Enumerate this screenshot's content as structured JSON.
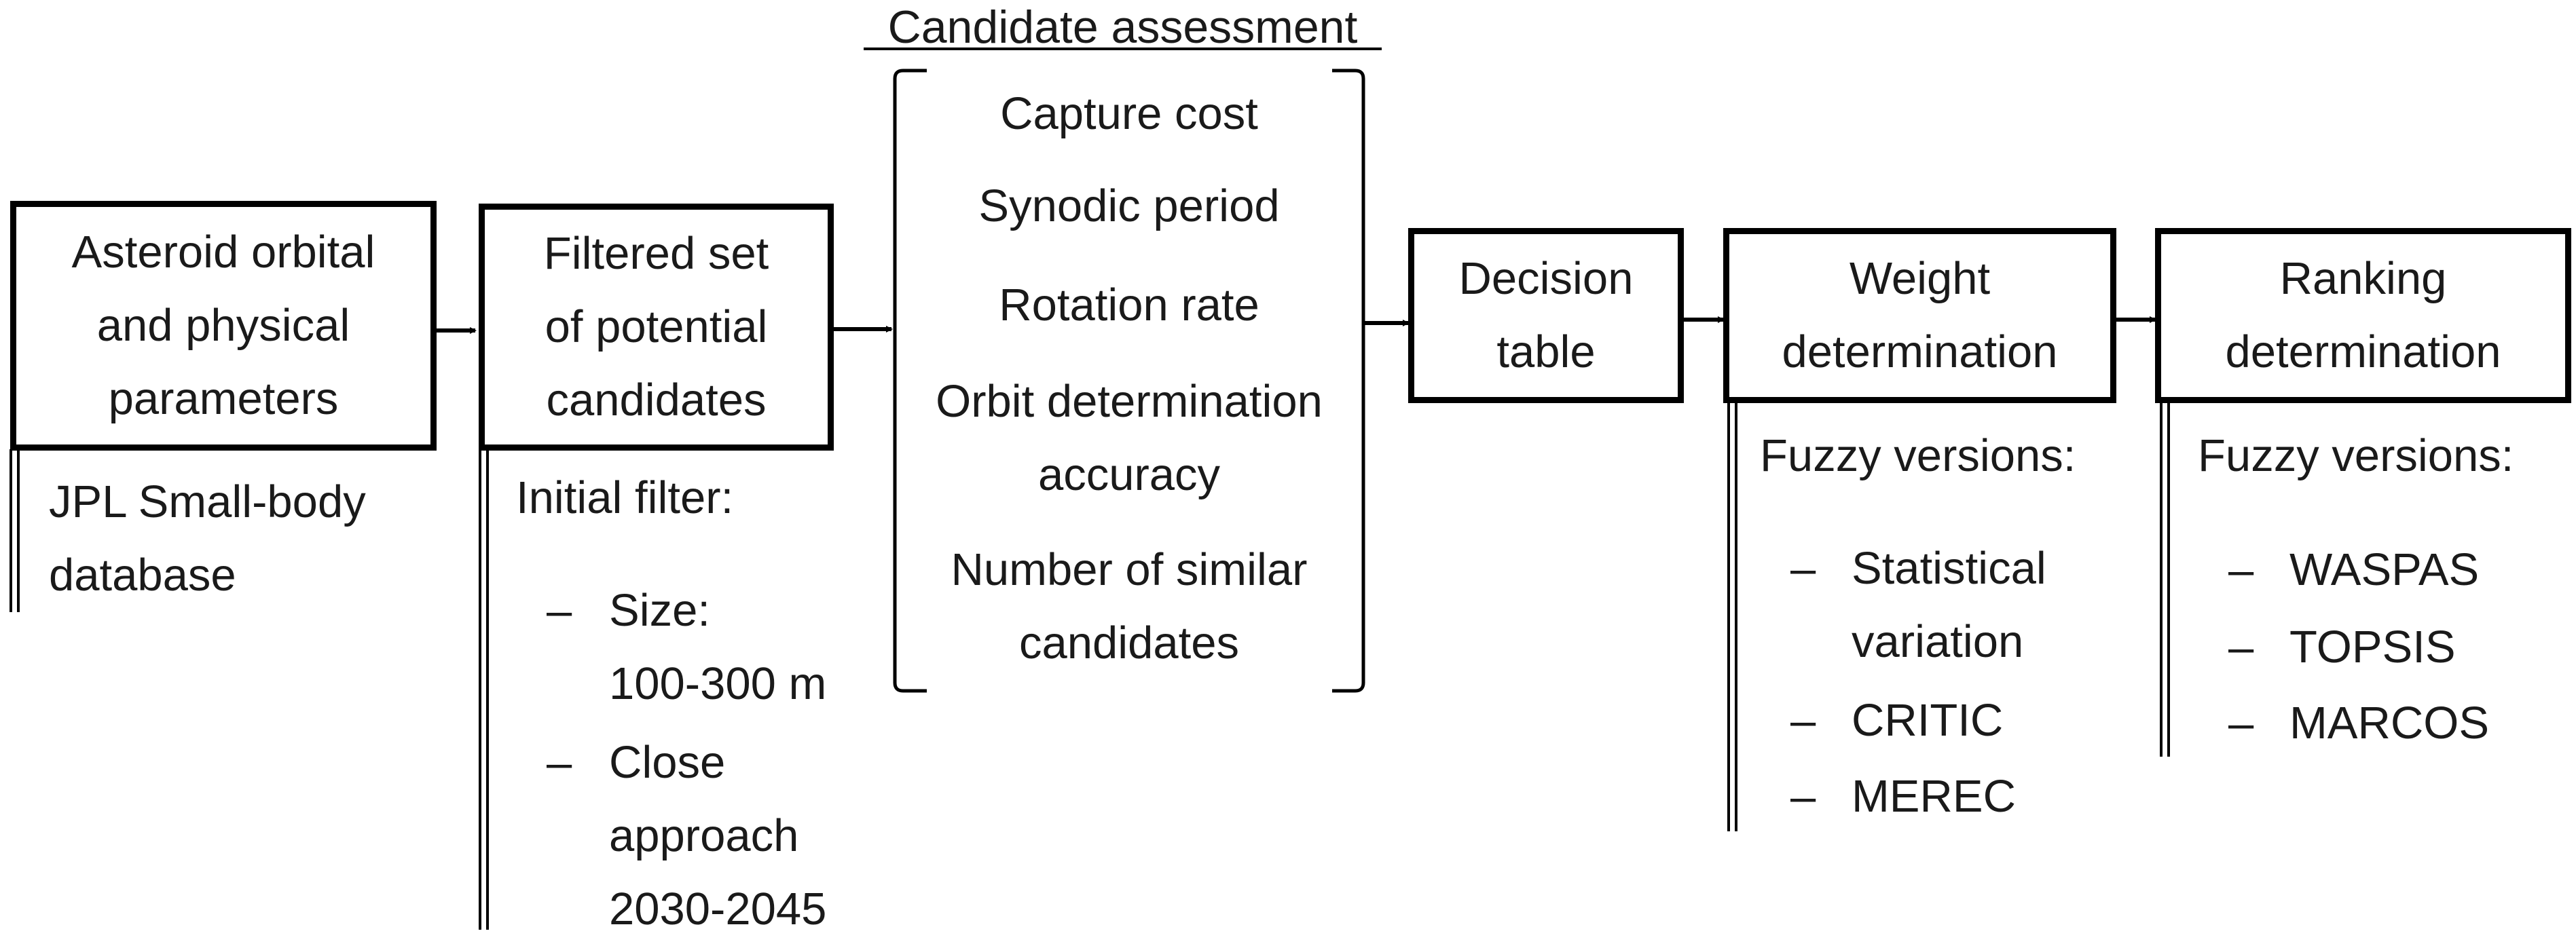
{
  "assessment_heading": "Candidate assessment",
  "boxes": {
    "params": [
      "Asteroid orbital",
      "and physical",
      "parameters"
    ],
    "filtered": [
      "Filtered set",
      "of potential",
      "candidates"
    ],
    "decision": [
      "Decision",
      "table"
    ],
    "weight": [
      "Weight",
      "determination"
    ],
    "ranking": [
      "Ranking",
      "determination"
    ]
  },
  "notes": {
    "params": [
      "JPL Small-body",
      "database"
    ],
    "filtered": {
      "title": "Initial filter:",
      "items": [
        [
          "Size:",
          "100-300 m"
        ],
        [
          "Close",
          "approach",
          "2030-2045"
        ]
      ]
    },
    "weight": {
      "title": "Fuzzy versions:",
      "items": [
        [
          "Statistical",
          "variation"
        ],
        [
          "CRITIC"
        ],
        [
          "MEREC"
        ]
      ]
    },
    "ranking": {
      "title": "Fuzzy versions:",
      "items": [
        [
          "WASPAS"
        ],
        [
          "TOPSIS"
        ],
        [
          "MARCOS"
        ]
      ]
    }
  },
  "assessment_criteria": [
    [
      "Capture cost"
    ],
    [
      "Synodic period"
    ],
    [
      "Rotation rate"
    ],
    [
      "Orbit determination",
      "accuracy"
    ],
    [
      "Number of similar",
      "candidates"
    ]
  ],
  "dash_glyph": "–",
  "line_color": "#000000"
}
